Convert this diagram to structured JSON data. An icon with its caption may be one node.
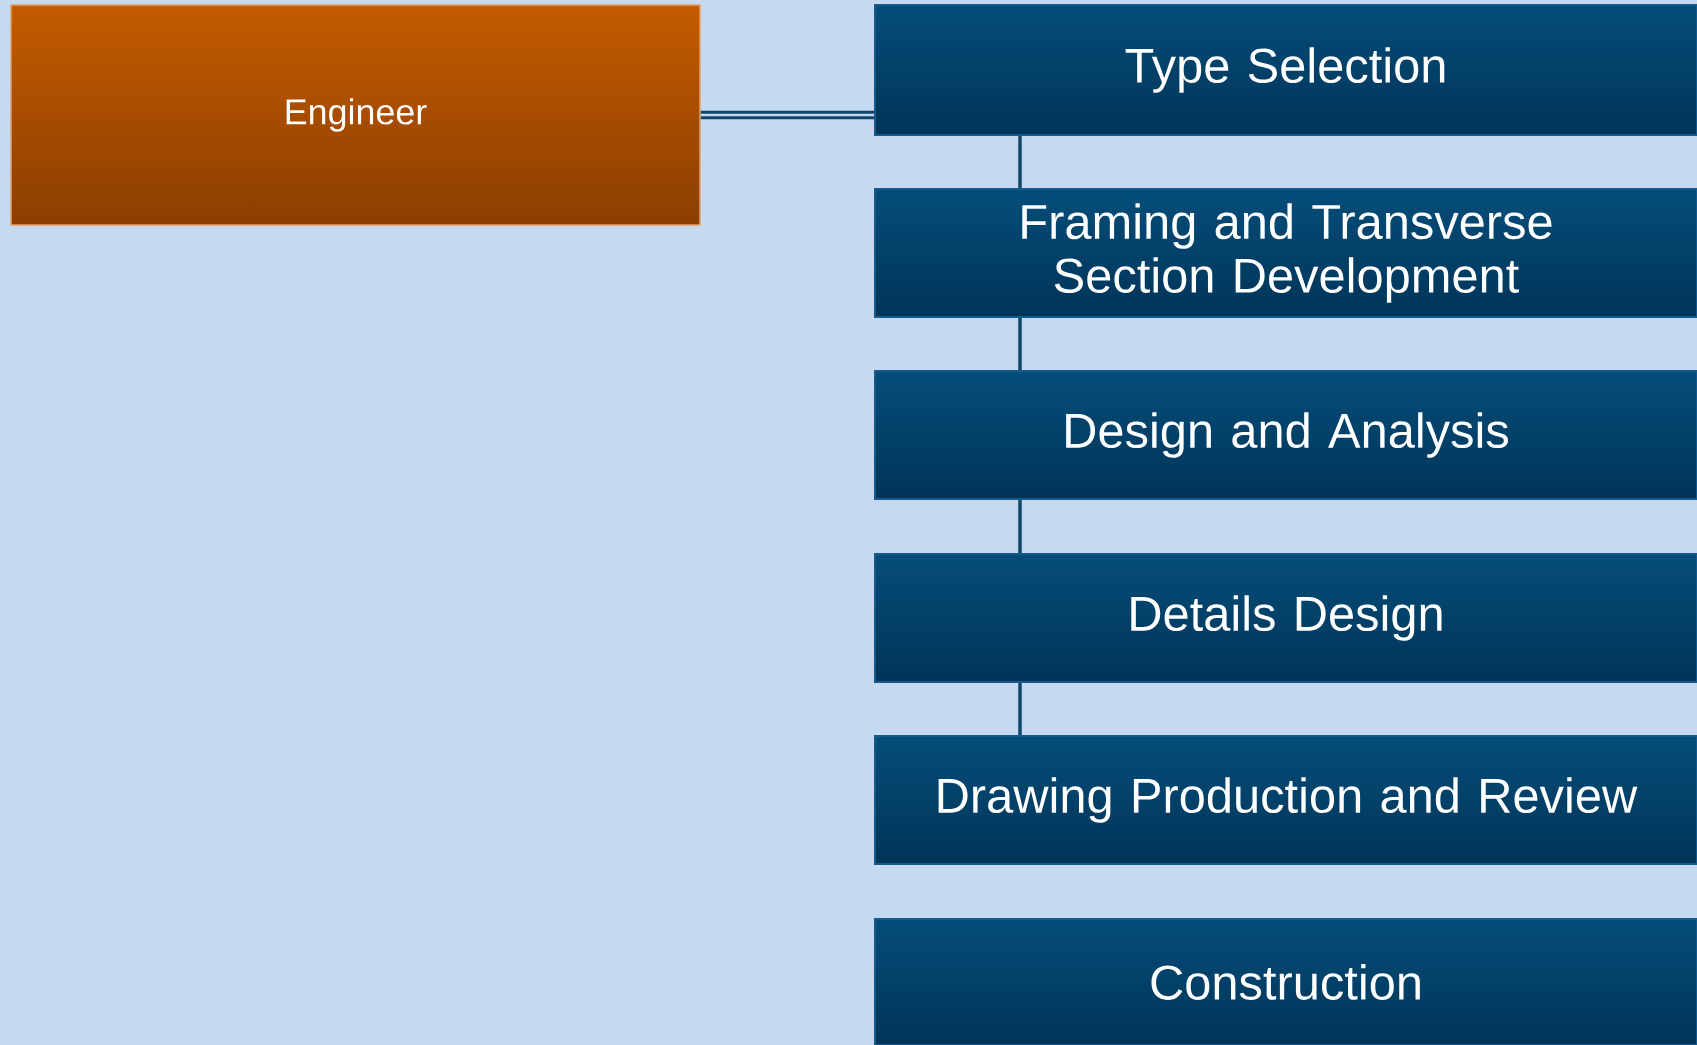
{
  "diagram": {
    "nodes": [
      {
        "text": [
          "Engineer"
        ]
      },
      {
        "text": [
          "Type Selection"
        ]
      },
      {
        "text": [
          "Framing and Transverse Section Development"
        ]
      },
      {
        "text": [
          "Design and Analysis"
        ]
      },
      {
        "text": [
          "Details Design"
        ]
      },
      {
        "text": [
          "Drawing Production and Review"
        ]
      },
      {
        "text": [
          "Construction"
        ]
      }
    ],
    "edges": [
      {
        "from": 0,
        "to": 1,
        "arrow": "none",
        "style": "thick"
      },
      {
        "from": 1,
        "to": 2,
        "arrow": "none"
      },
      {
        "from": 2,
        "to": 3,
        "arrow": "none"
      },
      {
        "from": 3,
        "to": 4,
        "arrow": "none"
      },
      {
        "from": 4,
        "to": 5,
        "arrow": "none"
      }
    ]
  }
}
